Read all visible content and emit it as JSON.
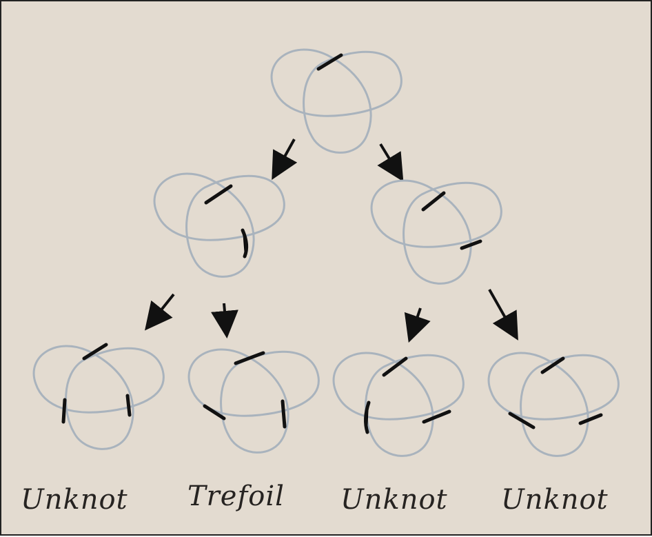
{
  "labels": {
    "knot1": "Unknot",
    "knot2": "Trefoil",
    "knot3": "Unknot",
    "knot4": "Unknot"
  },
  "colors": {
    "background": "#e3dbd0",
    "knot_line": "#a9b3bd",
    "crossing_marker": "#111111",
    "text": "#262321"
  },
  "tree": {
    "root": {
      "crossings_resolved": 1
    },
    "level2": [
      {
        "crossings_resolved": 2
      },
      {
        "crossings_resolved": 2
      }
    ],
    "leaves": [
      {
        "label": "Unknot",
        "crossings_resolved": 3
      },
      {
        "label": "Trefoil",
        "crossings_resolved": 3
      },
      {
        "label": "Unknot",
        "crossings_resolved": 3
      },
      {
        "label": "Unknot",
        "crossings_resolved": 3
      }
    ]
  }
}
